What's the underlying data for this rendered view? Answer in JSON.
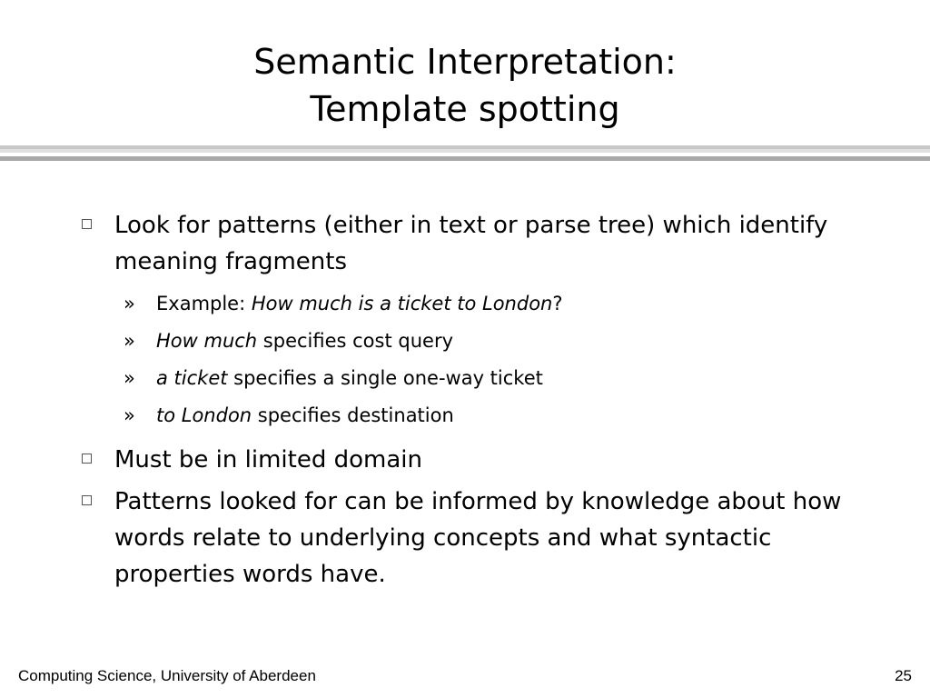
{
  "title": {
    "line1": "Semantic Interpretation:",
    "line2": "Template spotting"
  },
  "colors": {
    "rule_light": "#c8c8c8",
    "rule_mid": "#a8a8a8",
    "rule_dark": "#909090"
  },
  "bullets": [
    {
      "text": "Look for patterns (either in text or parse tree) which identify meaning fragments",
      "subitems": [
        {
          "marker": "»",
          "italic_a": "",
          "plain_a": "Example: ",
          "italic_b": "How much is a ticket to London",
          "plain_b": "?"
        },
        {
          "marker": "»",
          "italic_a": "How much",
          "plain_a": " specifies cost query",
          "italic_b": "",
          "plain_b": ""
        },
        {
          "marker": "»",
          "italic_a": "a ticket",
          "plain_a": " specifies a single one-way ticket",
          "italic_b": "",
          "plain_b": ""
        },
        {
          "marker": "»",
          "italic_a": "to London",
          "plain_a": " specifies destination",
          "italic_b": "",
          "plain_b": ""
        }
      ]
    },
    {
      "text": "Must be in limited domain",
      "subitems": []
    },
    {
      "text": "Patterns looked for can be informed by knowledge about how words relate to underlying concepts and what syntactic properties words have.",
      "subitems": []
    }
  ],
  "footer": {
    "left": "Computing Science, University of Aberdeen",
    "page_number": "25"
  }
}
